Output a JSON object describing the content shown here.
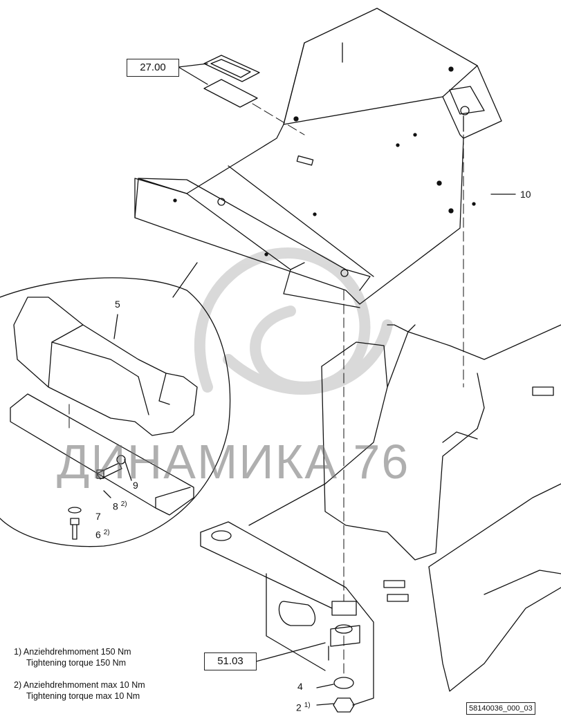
{
  "refs": {
    "box_2700": "27.00",
    "box_5103": "51.03"
  },
  "parts": {
    "p10": "10",
    "p5": "5",
    "p9": "9",
    "p8": "8",
    "p8_note": "2)",
    "p7": "7",
    "p6": "6",
    "p6_note": "2)",
    "p4": "4",
    "p2": "2",
    "p2_note": "1)"
  },
  "notes": {
    "n1_line1": "1)  Anziehdrehmoment 150 Nm",
    "n1_line2": "Tightening torque 150 Nm",
    "n2_line1": "2)  Anziehdrehmoment max 10 Nm",
    "n2_line2": "Tightening torque max 10 Nm"
  },
  "watermark": "ДИНАМИКА 76",
  "drawing_id": "58140036_000_03"
}
